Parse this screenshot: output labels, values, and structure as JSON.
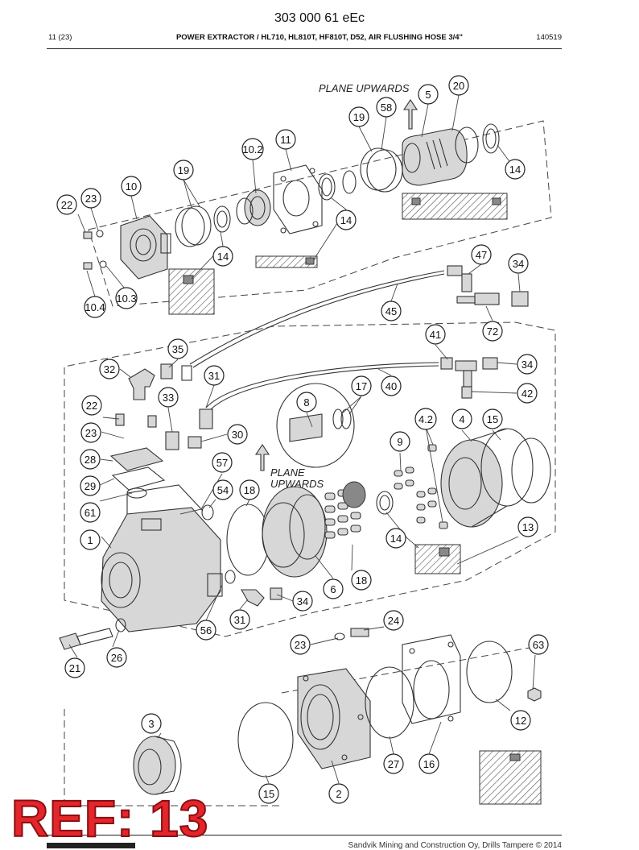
{
  "header": {
    "doc_number": "303 000 61 eEc",
    "page": "11 (23)",
    "title": "POWER EXTRACTOR / HL710, HL810T, HF810T, D52, AIR FLUSHING HOSE 3/4\"",
    "date_code": "140519"
  },
  "notes": {
    "plane_upwards_top": "PLANE UPWARDS",
    "plane_upwards_mid_line1": "PLANE",
    "plane_upwards_mid_line2": "UPWARDS"
  },
  "callouts": [
    "5",
    "20",
    "58",
    "19",
    "14",
    "11",
    "10.2",
    "19",
    "10",
    "23",
    "22",
    "14",
    "14",
    "10.3",
    "10.4",
    "47",
    "34",
    "45",
    "72",
    "41",
    "34",
    "35",
    "32",
    "31",
    "40",
    "42",
    "17",
    "8",
    "33",
    "22",
    "23",
    "30",
    "4.2",
    "4",
    "15",
    "9",
    "28",
    "57",
    "29",
    "54",
    "18",
    "61",
    "1",
    "14",
    "13",
    "18",
    "6",
    "34",
    "31",
    "56",
    "24",
    "23",
    "63",
    "21",
    "26",
    "3",
    "12",
    "27",
    "16",
    "15",
    "2"
  ],
  "ref_stamp": "REF: 13",
  "footer": {
    "copyright": "Sandvik Mining and Construction Oy, Drills Tampere © 2014"
  }
}
